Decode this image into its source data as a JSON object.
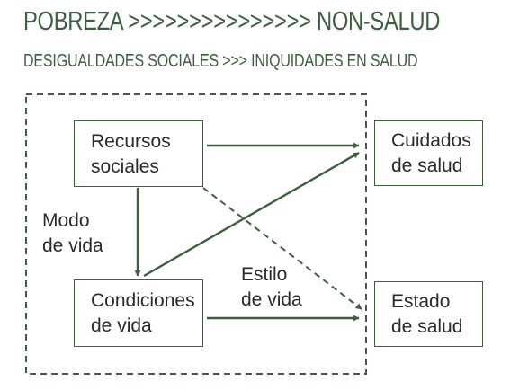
{
  "header": {
    "line1": "POBREZA >>>>>>>>>>>>>>> NON-SALUD",
    "line2": "DESIGUALDADES SOCIALES >>> INIQUIDADES EN SALUD"
  },
  "boxes": {
    "recursos": [
      "Recursos",
      "sociales"
    ],
    "condiciones": [
      "Condiciones",
      "de vida"
    ],
    "cuidados": [
      "Cuidados",
      "de salud"
    ],
    "estado": [
      "Estado",
      "de salud"
    ]
  },
  "labels": {
    "modo": [
      "Modo",
      "de vida"
    ],
    "estilo": [
      "Estilo",
      "de vida"
    ]
  },
  "colors": {
    "green": "#3d5e3f",
    "text": "#2a2a2a"
  }
}
